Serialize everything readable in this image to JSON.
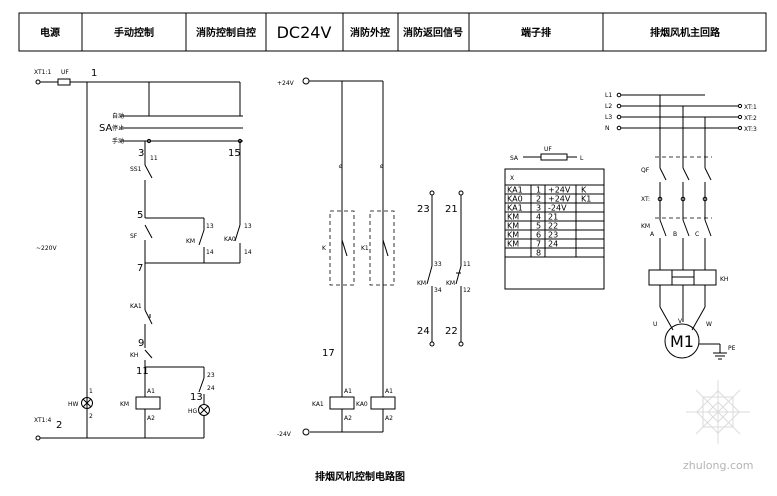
{
  "header": {
    "cells": [
      "电源",
      "手动控制",
      "消防控制自控",
      "DC24V",
      "消防外控",
      "消防返回信号",
      "端子排",
      "排烟风机主回路"
    ]
  },
  "control": {
    "xt1_top": "XT1:1",
    "fuse": "UF",
    "node_1": "1",
    "auto": "自动",
    "sa": "SA",
    "stop": "停止",
    "manual": "手动",
    "node_3": "3",
    "node_15": "15",
    "node_11_small": "11",
    "ss1": "SS1",
    "node_5": "5",
    "sf": "SF",
    "km_contact": "KM",
    "n13a": "13",
    "n14a": "14",
    "ka0": "KA0",
    "n13b": "13",
    "n14b": "14",
    "node_7": "7",
    "ka1": "KA1",
    "node_9": "9",
    "kh": "KH",
    "node_11": "11",
    "a1_km": "A1",
    "a2_km": "A2",
    "km_coil": "KM",
    "node_13": "13",
    "n23": "23",
    "n24": "24",
    "hg": "HG",
    "hw": "HW",
    "voltage": "~220V",
    "xt1_bot": "XT1:4",
    "node_2": "2",
    "node_1b": "1",
    "node_2b": "2"
  },
  "dc": {
    "plus": "+24V",
    "minus": "-24V",
    "k": "K",
    "k1": "K1",
    "node_17": "17",
    "a1a": "A1",
    "a2a": "A2",
    "a1b": "A1",
    "a2b": "A2",
    "ka1_coil": "KA1",
    "ka0_coil": "KA0"
  },
  "fire": {
    "n23": "23",
    "n21": "21",
    "n33": "33",
    "n34": "34",
    "n11": "11",
    "n12": "12",
    "km1": "KM",
    "km2": "KM",
    "n24": "24",
    "n22": "22"
  },
  "terminal": {
    "sa": "SA",
    "uf": "UF",
    "l": "L",
    "header_x": "X",
    "rows": [
      [
        "KA1",
        "1",
        "+24V",
        "K"
      ],
      [
        "KA0",
        "2",
        "+24V",
        "K1"
      ],
      [
        "KA1",
        "3",
        "-24V",
        ""
      ],
      [
        "KM",
        "4",
        "21",
        ""
      ],
      [
        "KM",
        "5",
        "22",
        ""
      ],
      [
        "KM",
        "6",
        "23",
        ""
      ],
      [
        "KM",
        "7",
        "24",
        ""
      ],
      [
        "",
        "8",
        "",
        ""
      ]
    ]
  },
  "main": {
    "l1": "L1",
    "l2": "L2",
    "l3": "L3",
    "n": "N",
    "xt_r1": "XT:1",
    "xt_r2": "XT:2",
    "xt_r3": "XT:3",
    "qf": "QF",
    "xt_left": "XT:",
    "km": "KM",
    "a": "A",
    "b": "B",
    "c": "C",
    "kh": "KH",
    "u": "U",
    "v": "V",
    "w": "W",
    "m1": "M1",
    "pe": "PE"
  },
  "title": "排烟风机控制电路图",
  "watermark": "zhulong.com"
}
